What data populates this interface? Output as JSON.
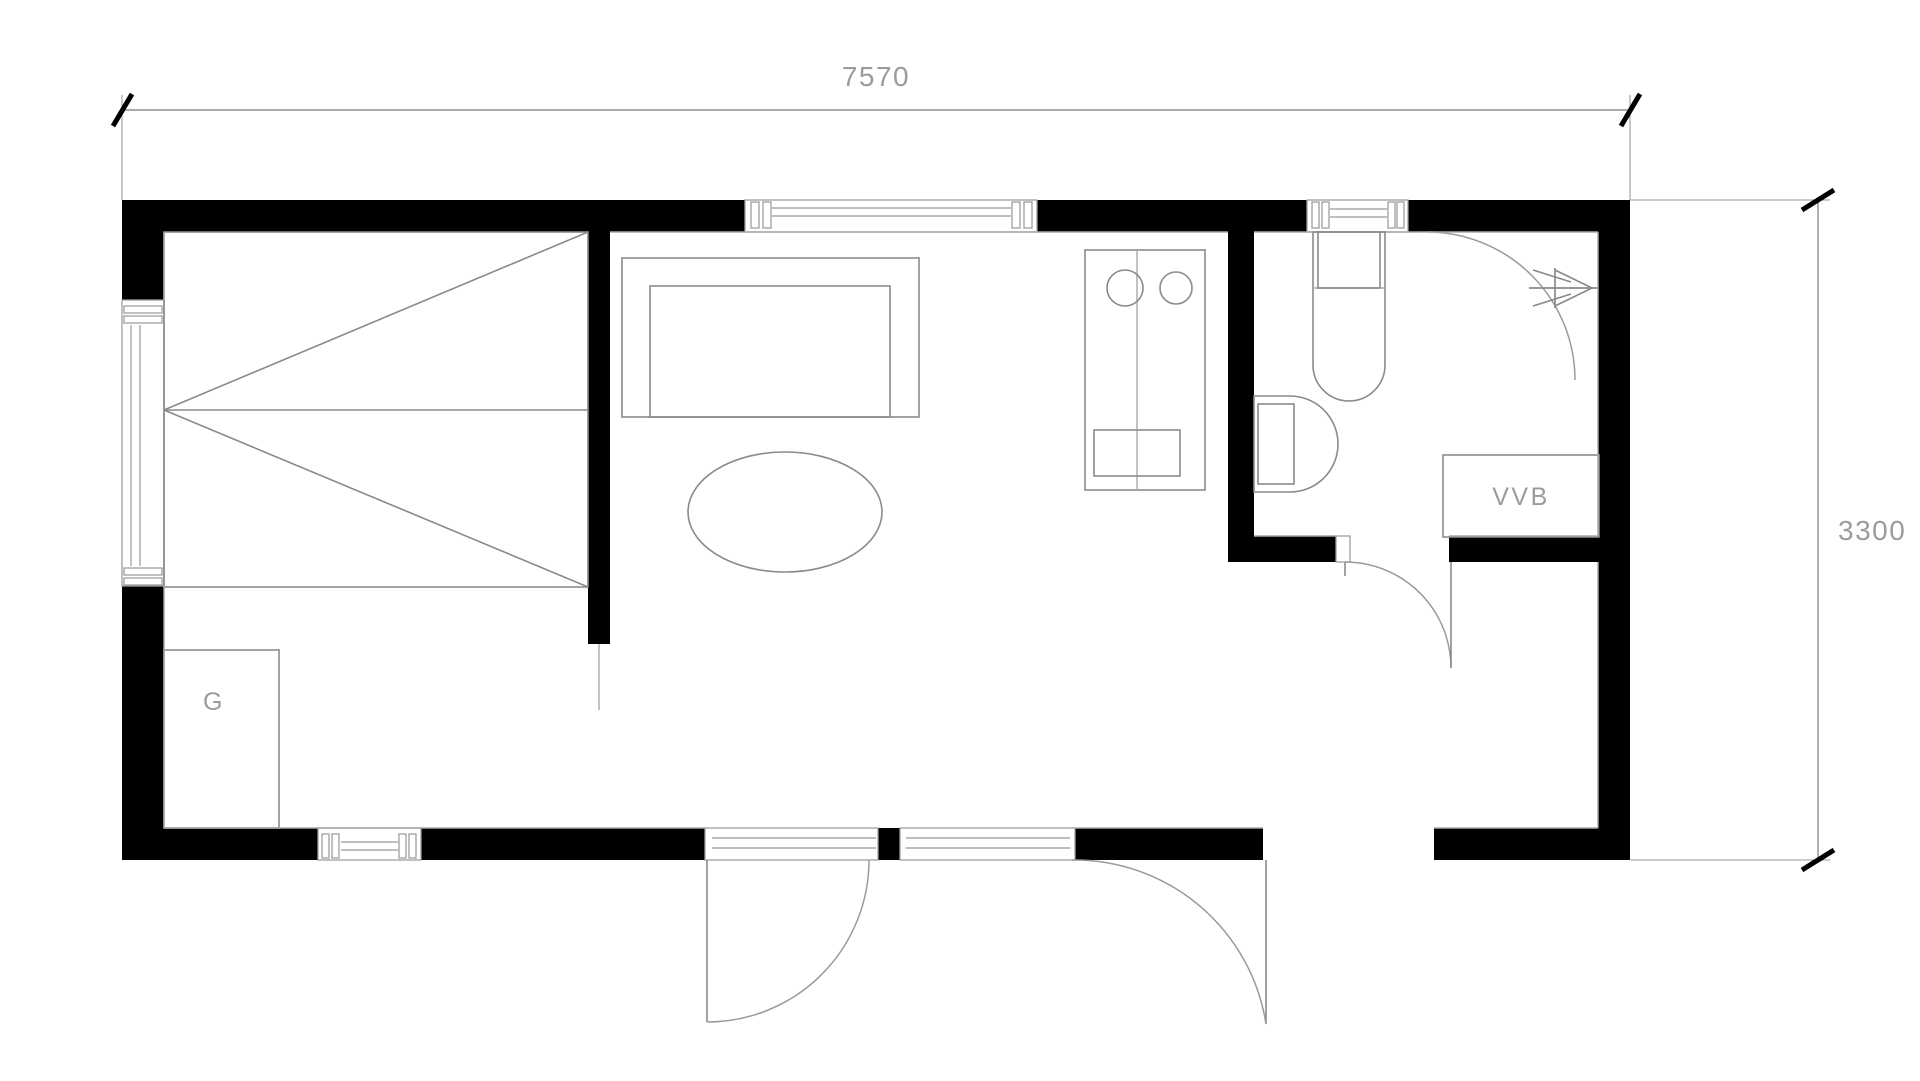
{
  "drawing": {
    "type": "architectural-floor-plan",
    "title": "Cabin Floor Plan",
    "units": "mm"
  },
  "dimensions": {
    "top": {
      "label": "7570",
      "axis": "horizontal"
    },
    "right": {
      "label": "3300",
      "axis": "vertical"
    }
  },
  "labels": {
    "wardrobe": "G",
    "water_heater": "VVB"
  },
  "rooms": [
    {
      "name": "bedroom-alcove",
      "label": ""
    },
    {
      "name": "living-room",
      "label": ""
    },
    {
      "name": "kitchen",
      "label": ""
    },
    {
      "name": "bathroom",
      "label": ""
    }
  ],
  "fixtures": [
    {
      "name": "bed",
      "label": ""
    },
    {
      "name": "sofa",
      "label": ""
    },
    {
      "name": "coffee-table",
      "label": ""
    },
    {
      "name": "kitchen-counter",
      "label": ""
    },
    {
      "name": "stove-burner-left",
      "label": ""
    },
    {
      "name": "stove-burner-right",
      "label": ""
    },
    {
      "name": "kitchen-sink",
      "label": ""
    },
    {
      "name": "toilet",
      "label": ""
    },
    {
      "name": "washbasin",
      "label": ""
    },
    {
      "name": "radiator",
      "label": ""
    },
    {
      "name": "wardrobe-cabinet",
      "label": "G"
    },
    {
      "name": "water-heater-cabinet",
      "label": "VVB"
    }
  ],
  "openings": [
    {
      "name": "window-top-left",
      "kind": "window"
    },
    {
      "name": "window-top-right",
      "kind": "window"
    },
    {
      "name": "window-left",
      "kind": "window"
    },
    {
      "name": "window-bottom-left",
      "kind": "window"
    },
    {
      "name": "door-bottom-center",
      "kind": "door",
      "swing": "left"
    },
    {
      "name": "door-bottom-right",
      "kind": "door",
      "swing": "right"
    },
    {
      "name": "door-bathroom",
      "kind": "door",
      "swing": "right"
    },
    {
      "name": "door-bathroom-inner",
      "kind": "door",
      "swing": "left"
    }
  ],
  "colors": {
    "wall": "#000000",
    "line": "#8a8a8a",
    "text": "#9b9b9b",
    "background": "#ffffff"
  }
}
